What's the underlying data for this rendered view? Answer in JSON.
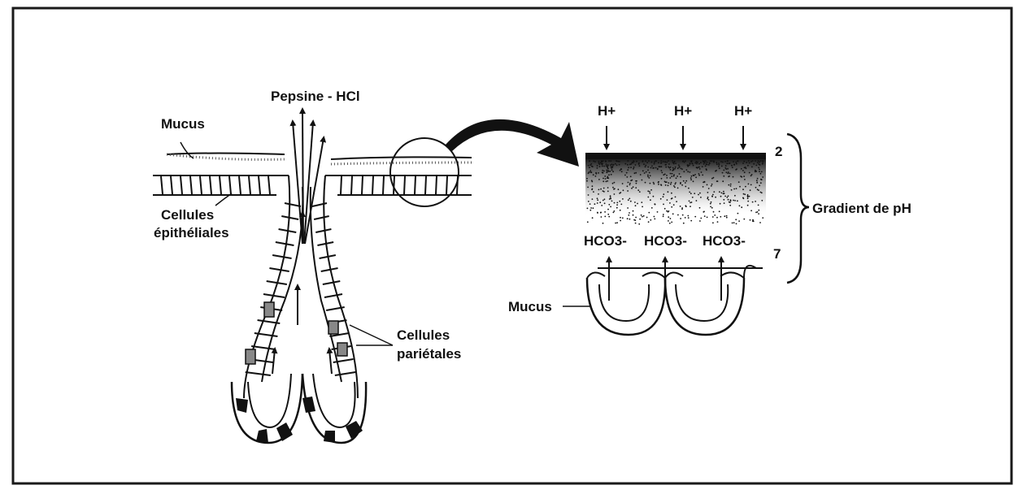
{
  "labels": {
    "pepsine_hcl": "Pepsine - HCl",
    "mucus_top": "Mucus",
    "cellules": "Cellules",
    "epitheliales": "épithéliales",
    "cellules2": "Cellules",
    "parietales": "pariétales",
    "mucus_right": "Mucus",
    "gradient": "Gradient de pH"
  },
  "ions": {
    "h_plus": [
      "H+",
      "H+",
      "H+"
    ],
    "hco3": [
      "HCO3-",
      "HCO3-",
      "HCO3-"
    ]
  },
  "ph_scale": {
    "top": "2",
    "bottom": "7"
  },
  "colors": {
    "ink": "#111111",
    "paper": "#ffffff",
    "frame": "#1a1a1a"
  }
}
